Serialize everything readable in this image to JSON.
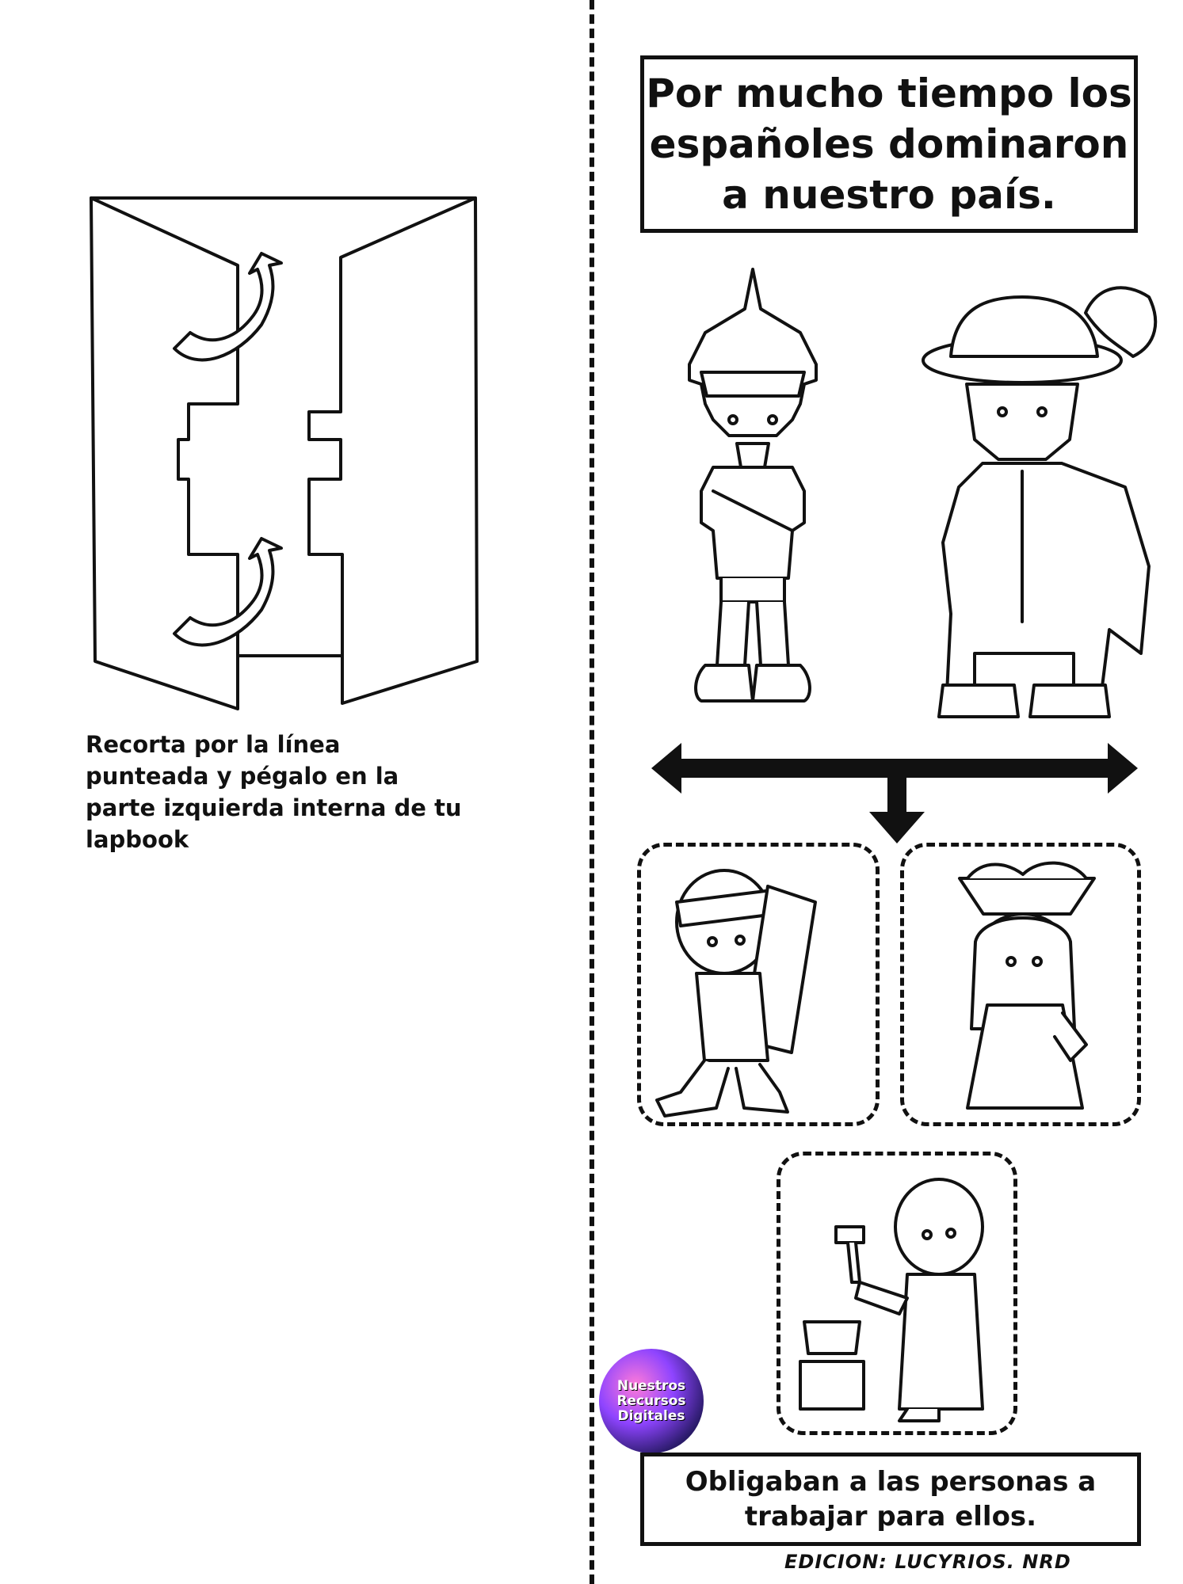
{
  "instructions": {
    "line1": "Recorta por la línea",
    "line2": "punteada y pégalo en la",
    "line3": "parte izquierda interna de tu",
    "line4": "lapbook"
  },
  "title": {
    "line1": "Por mucho tiempo los",
    "line2": "españoles dominaron",
    "line3": "a nuestro país."
  },
  "caption": {
    "line1": "Obligaban a las personas a",
    "line2": "trabajar para ellos."
  },
  "credit": "EDICION: LUCYRIOS. NRD",
  "logo": {
    "line1": "Nuestros",
    "line2": "Recursos",
    "line3": "Digitales"
  }
}
